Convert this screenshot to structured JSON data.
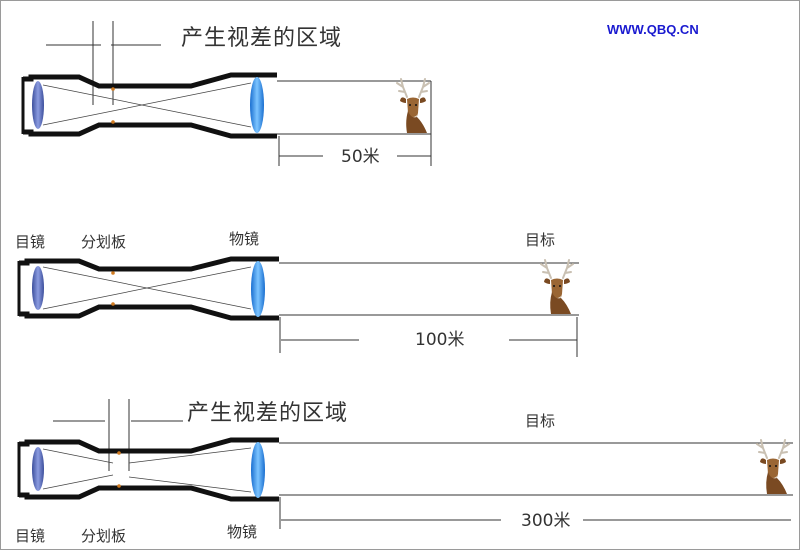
{
  "watermark": "WWW.QBQ.CN",
  "labels": {
    "parallax_region": "产生视差的区域",
    "eyepiece": "目镜",
    "reticle": "分划板",
    "objective": "物镜",
    "target": "目标"
  },
  "distances": [
    "50米",
    "100米",
    "300米"
  ],
  "colors": {
    "tube": "#111111",
    "lens_eyepiece": "#5a6fb8",
    "lens_objective": "#2f8fe0",
    "reticle_dot": "#d07a20",
    "deer_body": "#8b5a2b"
  }
}
